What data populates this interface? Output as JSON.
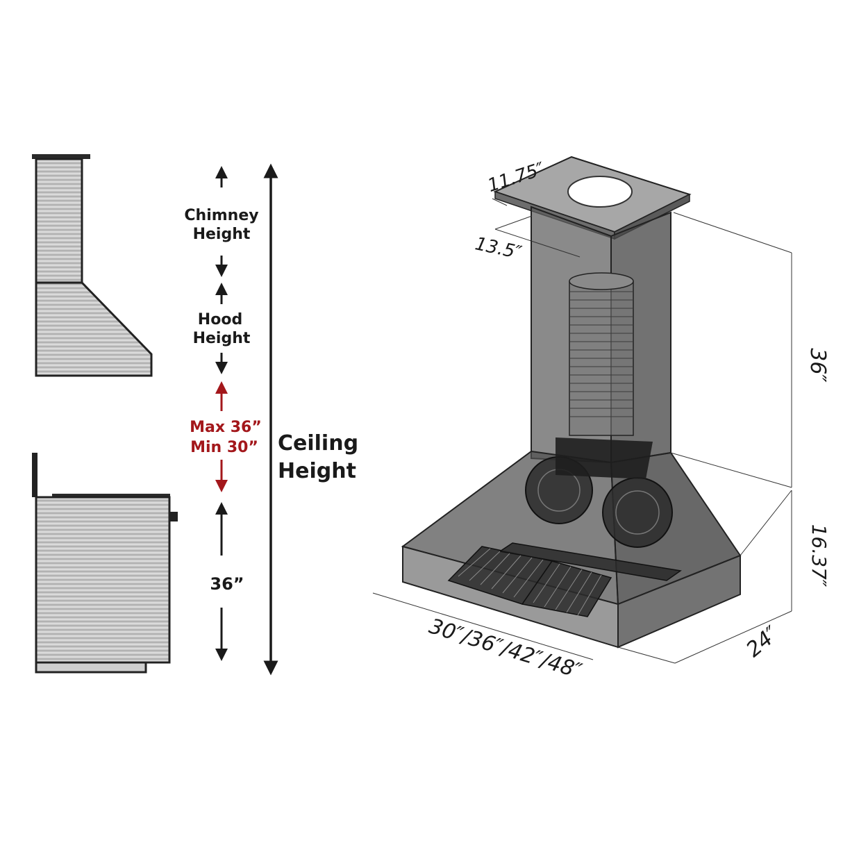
{
  "side_view": {
    "labels": {
      "chimney_line1": "Chimney",
      "chimney_line2": "Height",
      "hood_line1": "Hood",
      "hood_line2": "Height",
      "max_range": "Max 36”",
      "min_range": "Min 30”",
      "ceiling_line1": "Ceiling",
      "ceiling_line2": "Height",
      "counter_height": "36”"
    }
  },
  "iso_view": {
    "dimensions": {
      "top_width": "11.75″",
      "top_depth": "13.5″",
      "chimney_height": "36″",
      "hood_height": "16.37″",
      "hood_width": "30″/36″/42″/48″",
      "hood_depth": "24″"
    }
  },
  "colors": {
    "arrow_black": "#1a1a1a",
    "arrow_red": "#a3171b",
    "steel_dark": "#7d7d7d",
    "steel_light": "#d9d9d9",
    "glass": "#5d5d5d"
  }
}
